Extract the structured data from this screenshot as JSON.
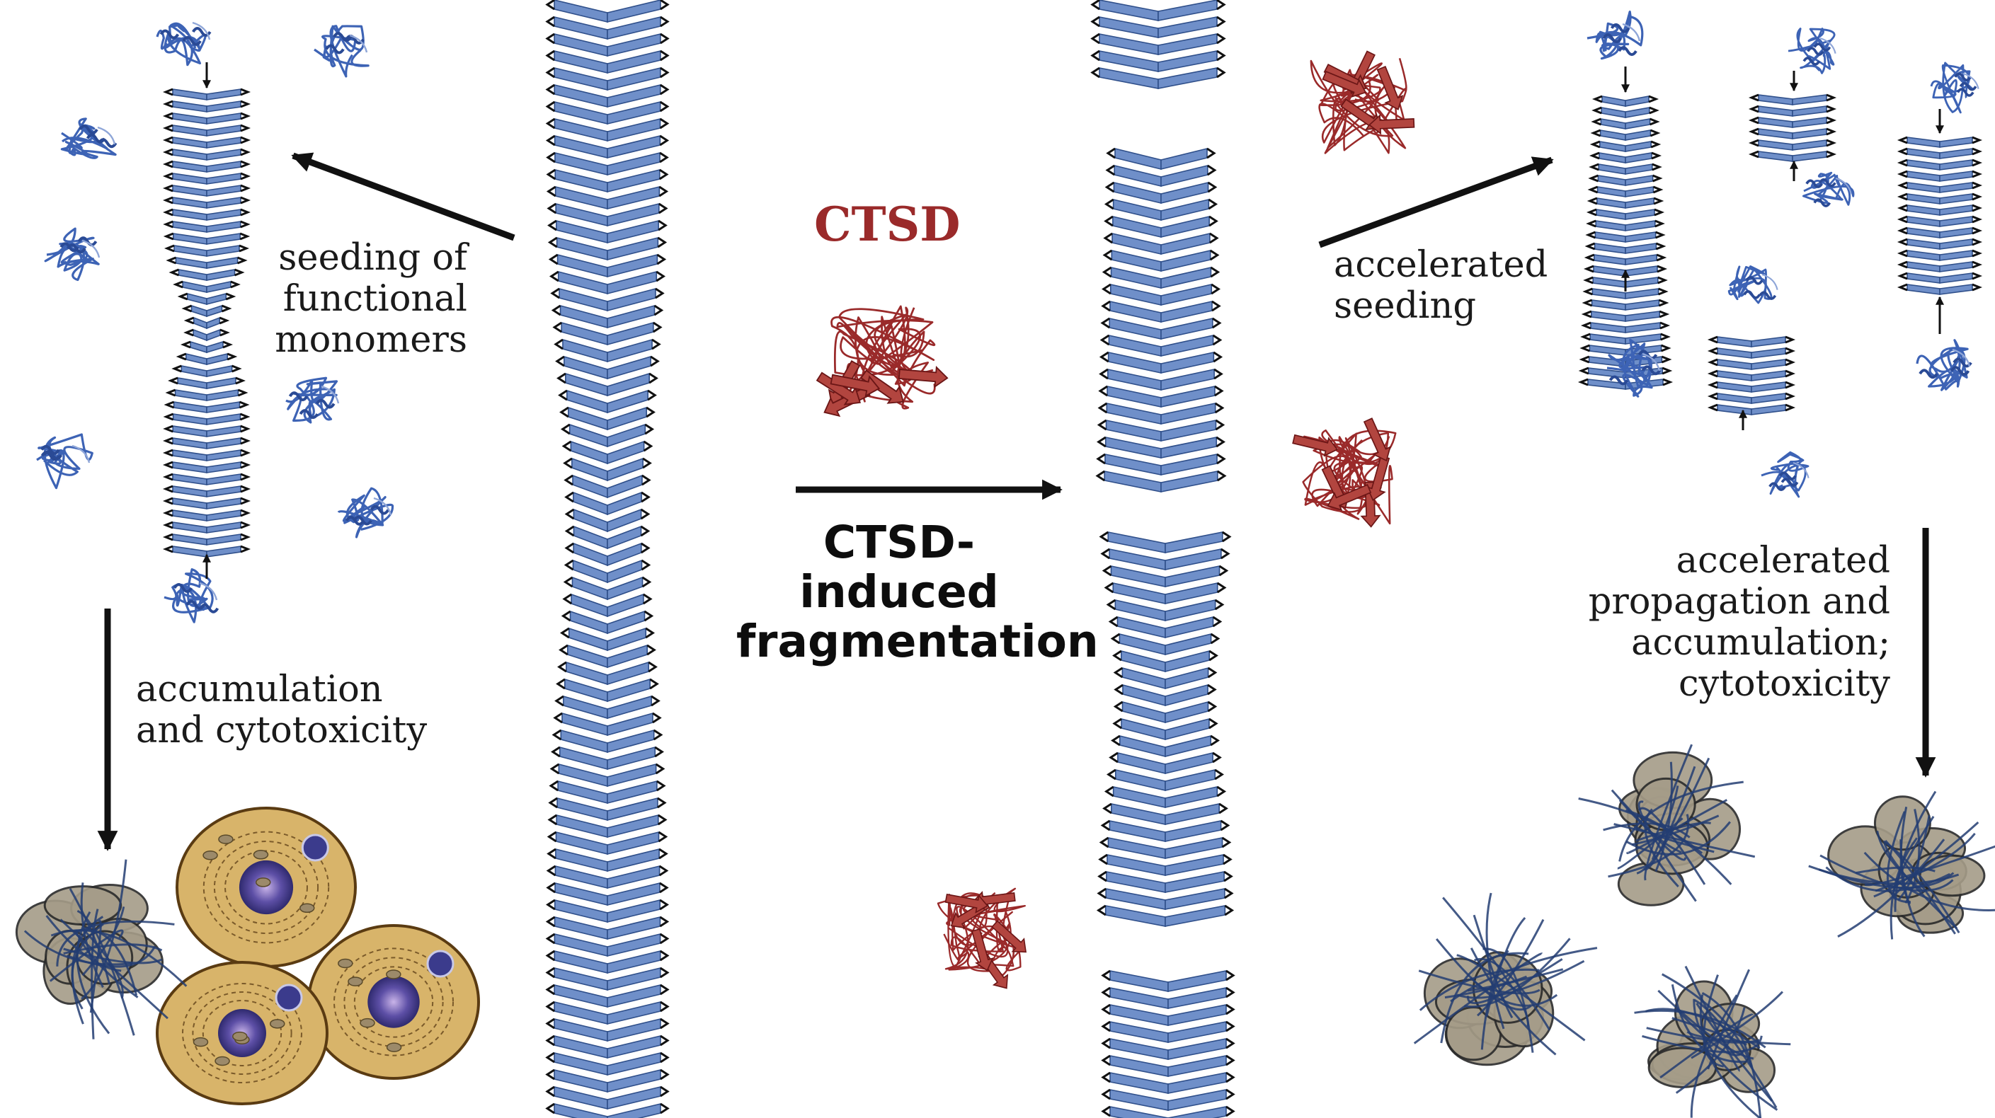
{
  "colors": {
    "fibril_blue": "#6f8fc9",
    "fibril_dark": "#2f4f8a",
    "ctsd_red": "#9a2a2a",
    "arrow": "#111111",
    "cell_fill": "#d8b46a",
    "aggregate_fill": "#a59c88"
  },
  "labels": {
    "ctsd_title": "CTSD",
    "seeding_functional": [
      "seeding of",
      "functional",
      "monomers"
    ],
    "accumulation_cytotoxicity": [
      "accumulation",
      "and cytotoxicity"
    ],
    "ctsd_induced": [
      "CTSD-",
      "induced",
      "fragmentation"
    ],
    "accelerated_seeding": [
      "accelerated",
      "seeding"
    ],
    "accelerated_propagation": [
      "accelerated",
      "propagation and",
      "accumulation;",
      "cytotoxicity"
    ]
  },
  "icons": {
    "fibril": "amyloid-fibril-icon",
    "monomer": "protein-monomer-icon",
    "ctsd": "cathepsin-d-protein-icon",
    "cell": "healthy-cell-icon",
    "aggregate": "cytotoxic-aggregate-icon"
  }
}
